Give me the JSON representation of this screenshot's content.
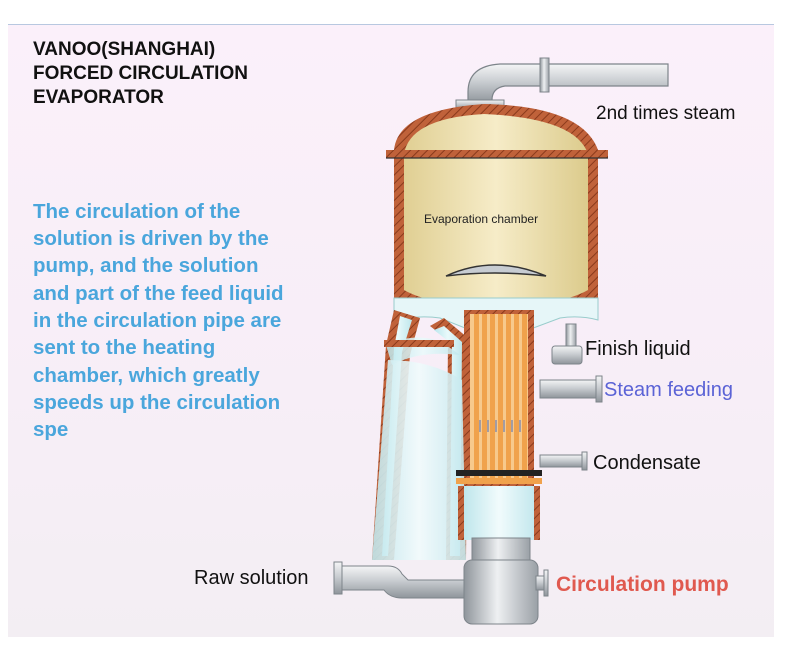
{
  "title_lines": [
    "VANOO(SHANGHAI)",
    "FORCED CIRCULATION",
    "EVAPORATOR"
  ],
  "description_lines": [
    "The circulation of the",
    "solution is driven by the",
    "pump, and the solution",
    "and part of the feed liquid",
    "in the circulation pipe are",
    "sent to the heating",
    "chamber, which greatly",
    "speeds up the circulation",
    "spe"
  ],
  "labels": {
    "second_steam": "2nd times steam",
    "evaporation_chamber": "Evaporation chamber",
    "finish_liquid": "Finish liquid",
    "steam_feeding": "Steam feeding",
    "condensate": "Condensate",
    "raw_solution": "Raw solution",
    "circulation_pump": "Circulation pump"
  },
  "colors": {
    "title": "#111111",
    "description": "#4aa6dc",
    "steam_feeding": "#5b63d6",
    "circulation_pump": "#e0594f",
    "shell": "#c0623a",
    "chamber_fill": "#efe2b0",
    "tube_orange": "#f0a24c",
    "pipe_grey": "#c9cdd1",
    "return_pipe": "#d6f1f4"
  }
}
